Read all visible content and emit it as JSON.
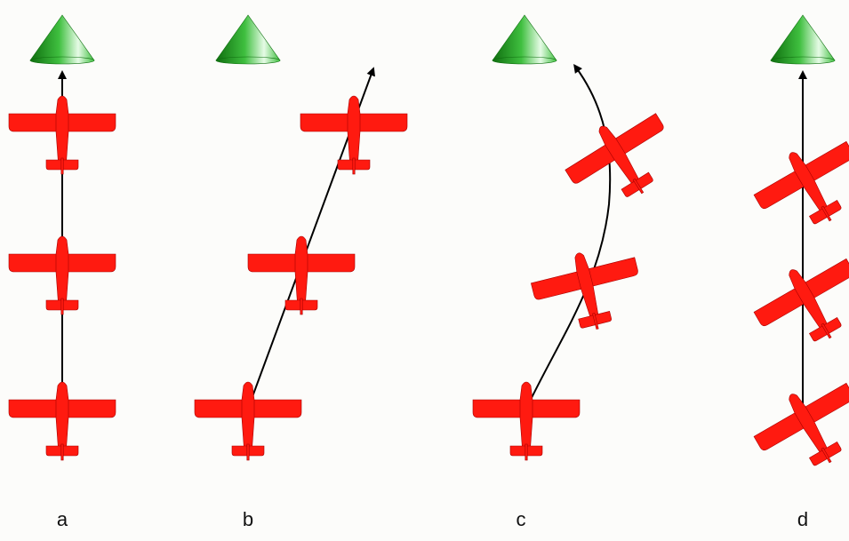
{
  "panels": [
    {
      "id": "a",
      "label": "a"
    },
    {
      "id": "b",
      "label": "b"
    },
    {
      "id": "c",
      "label": "c"
    },
    {
      "id": "d",
      "label": "d"
    }
  ],
  "colors": {
    "airplane": "#ff1a10",
    "airplane_outline": "#a80000",
    "beacon_light": "#e6fbe6",
    "beacon_mid": "#3fbf3f",
    "beacon_dark": "#0f6e0f",
    "path": "#000000",
    "background": "#fcfcfa"
  },
  "icons": {
    "target": "green-cone-beacon-icon",
    "aircraft": "red-airplane-icon",
    "path_arrow": "arrow-icon"
  }
}
